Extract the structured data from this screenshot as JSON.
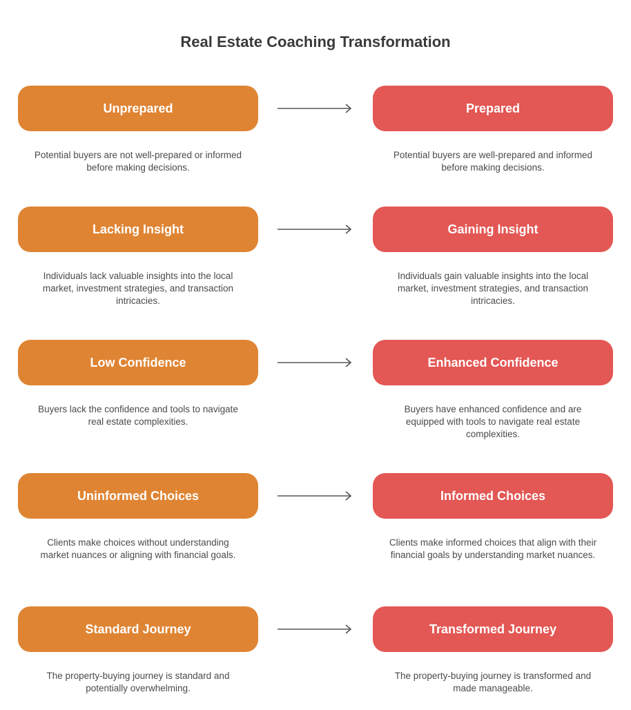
{
  "title": "Real Estate Coaching Transformation",
  "colors": {
    "before": "#df8433",
    "after": "#e35754",
    "arrow": "#555555"
  },
  "rows": [
    {
      "before": "Unprepared",
      "before_desc": "Potential buyers are not well-prepared or informed before making decisions.",
      "after": "Prepared",
      "after_desc": "Potential buyers are well-prepared and informed before making decisions."
    },
    {
      "before": "Lacking Insight",
      "before_desc": "Individuals lack valuable insights into the local market, investment strategies, and transaction intricacies.",
      "after": "Gaining Insight",
      "after_desc": "Individuals gain valuable insights into the local market, investment strategies, and transaction intricacies."
    },
    {
      "before": "Low Confidence",
      "before_desc": "Buyers lack the confidence and tools to navigate real estate complexities.",
      "after": "Enhanced Confidence",
      "after_desc": "Buyers have enhanced confidence and are equipped with tools to navigate real estate complexities."
    },
    {
      "before": "Uninformed Choices",
      "before_desc": "Clients make choices without understanding market nuances or aligning with financial goals.",
      "after": "Informed Choices",
      "after_desc": "Clients make informed choices that align with their financial goals by understanding market nuances."
    },
    {
      "before": "Standard Journey",
      "before_desc": "The property-buying journey is standard and potentially overwhelming.",
      "after": "Transformed Journey",
      "after_desc": "The property-buying journey is transformed and made manageable."
    }
  ]
}
